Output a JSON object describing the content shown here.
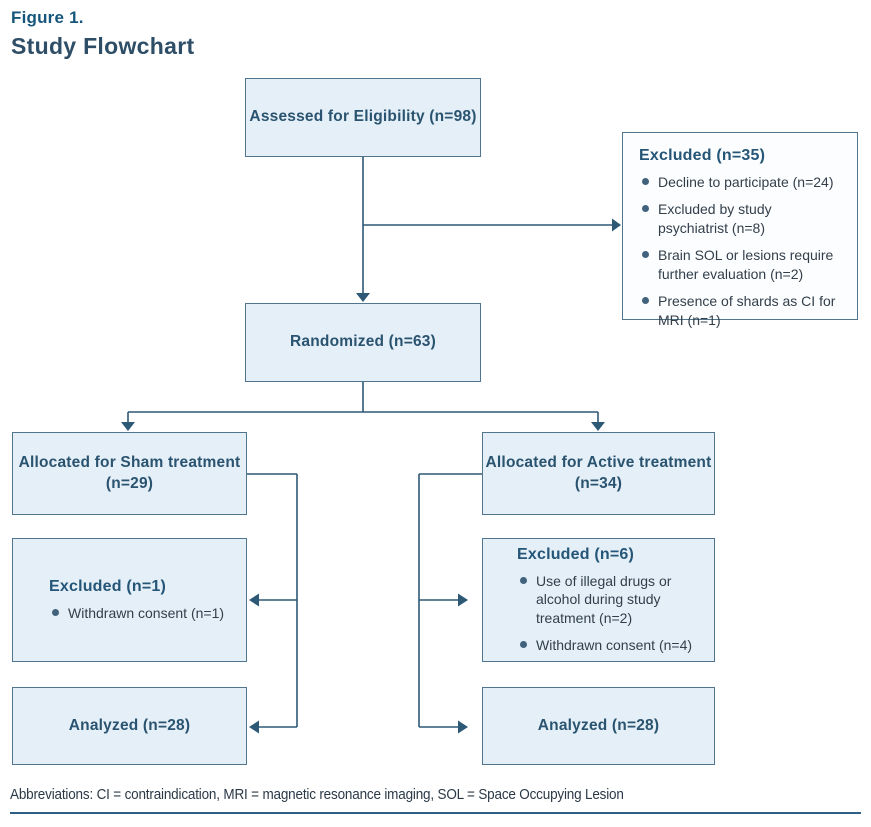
{
  "title": {
    "eyebrow": "Figure 1.",
    "heading": "Study Flowchart"
  },
  "colors": {
    "box_fill": "#e4eff8",
    "box_border": "#51758c",
    "excluded_top_fill": "#fcfdfe",
    "connector_line": "#2d5876",
    "heading_text": "#2e4e67",
    "eyebrow_text": "#16567c",
    "box_text": "#2a536f",
    "footer_rule": "#2f5f85"
  },
  "flowchart": {
    "assessed": {
      "label": "Assessed for Eligibility (n=98)"
    },
    "excluded_eligibility": {
      "title": "Excluded (n=35)",
      "reasons": [
        "Decline to participate (n=24)",
        "Excluded by study psychiatrist (n=8)",
        "Brain SOL or lesions require further evaluation (n=2)",
        "Presence of shards as CI for MRI (n=1)"
      ]
    },
    "randomized": {
      "label": "Randomized (n=63)"
    },
    "allocated_sham": {
      "label": "Allocated for Sham treatment\n(n=29)"
    },
    "allocated_active": {
      "label": "Allocated for Active treatment\n(n=34)"
    },
    "excluded_sham": {
      "title": "Excluded (n=1)",
      "reasons": [
        "Withdrawn consent (n=1)"
      ]
    },
    "excluded_active": {
      "title": "Excluded (n=6)",
      "reasons": [
        "Use of illegal drugs or alcohol during study treatment (n=2)",
        "Withdrawn consent (n=4)"
      ]
    },
    "analyzed_sham": {
      "label": "Analyzed (n=28)"
    },
    "analyzed_active": {
      "label": "Analyzed (n=28)"
    }
  },
  "footer": {
    "abbreviations": "Abbreviations: CI = contraindication, MRI = magnetic resonance imaging, SOL = Space Occupying Lesion"
  }
}
